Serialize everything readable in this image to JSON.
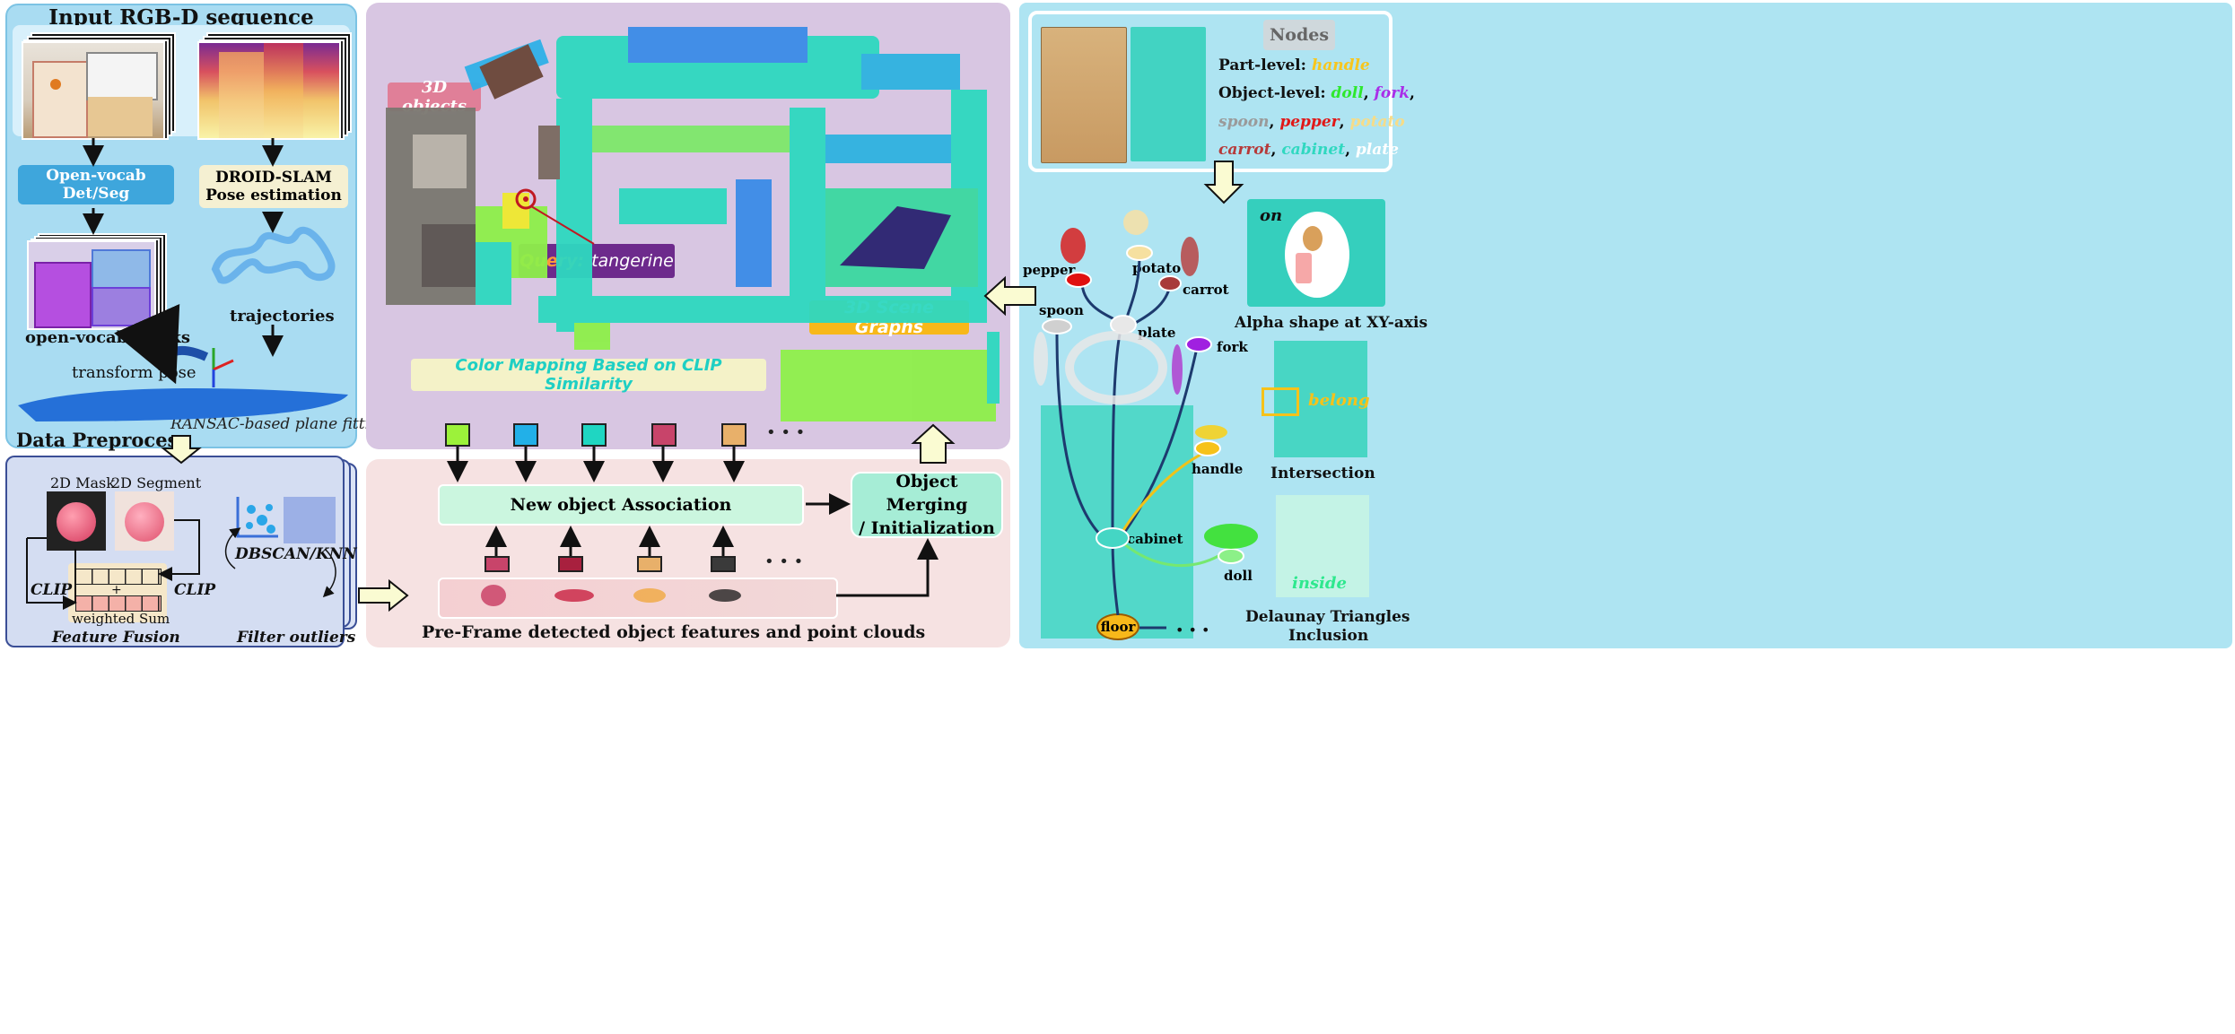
{
  "preprocess": {
    "title": "Input RGB-D sequence",
    "det_seg": "Open-vocab Det/Seg",
    "slam_line1": "DROID-SLAM",
    "slam_line2": "Pose estimation",
    "masks": "open-vocab masks",
    "trajectories": "trajectories",
    "transform_pose": "transform pose",
    "floor": "floor",
    "ransac": "RANSAC-based plane fitting",
    "section_label": "Data Preprocess"
  },
  "fusion": {
    "mask_2d": "2D Mask",
    "segment_2d": "2D Segment",
    "clip_left": "CLIP",
    "clip_right": "CLIP",
    "plus": "+",
    "weighted_sum": "weighted Sum",
    "feature_fusion": "Feature Fusion",
    "dbscan": "DBSCAN/KNN",
    "filter_outliers": "Filter outliers"
  },
  "scene": {
    "objects_3d": "3D objects",
    "query_prefix": "Query:",
    "query_value": "tangerine",
    "scene_graphs": "3D Scene Graphs",
    "color_mapping": "Color Mapping Based on CLIP Similarity"
  },
  "association": {
    "new_object": "New object Association",
    "merging_line1": "Object Merging",
    "merging_line2": "/ Initialization",
    "ellipsis_top": "• • •",
    "ellipsis_mid": "• • •",
    "ellipsis_bottom": "• • •",
    "caption": "Pre-Frame detected object features and point clouds",
    "top_colors": [
      "#9cf23a",
      "#22b0e8",
      "#1fd6c2",
      "#c8446a",
      "#e8b06a"
    ],
    "mid_colors": [
      "#c8446a",
      "#a8203e",
      "#e8b06a",
      "#3a3a3a"
    ]
  },
  "graph": {
    "nodes_title": "Nodes",
    "part_level_label": "Part-level:",
    "part_level_items": [
      "handle"
    ],
    "object_level_label": "Object-level:",
    "object_items": [
      {
        "text": "doll",
        "color": "#2ee82e"
      },
      {
        "text": "fork",
        "color": "#a92ee8"
      },
      {
        "text": "spoon",
        "color": "#9a9a9a"
      },
      {
        "text": "pepper",
        "color": "#e01818"
      },
      {
        "text": "potato",
        "color": "#f6dc88"
      },
      {
        "text": "carrot",
        "color": "#b63a3a"
      },
      {
        "text": "cabinet",
        "color": "#30d8c0"
      },
      {
        "text": "plate",
        "color": "#ffffff"
      }
    ],
    "node_labels": {
      "pepper": "pepper",
      "potato": "potato",
      "carrot": "carrot",
      "spoon": "spoon",
      "plate": "plate",
      "fork": "fork",
      "handle": "handle",
      "cabinet": "cabinet",
      "doll": "doll",
      "floor": "floor",
      "ellipsis": "• • •"
    },
    "relations": {
      "on": "on",
      "alpha_shape": "Alpha shape at XY-axis",
      "belong": "belong",
      "intersection": "Intersection",
      "inside": "inside",
      "delaunay_line1": "Delaunay Triangles",
      "delaunay_line2": "Inclusion"
    }
  }
}
